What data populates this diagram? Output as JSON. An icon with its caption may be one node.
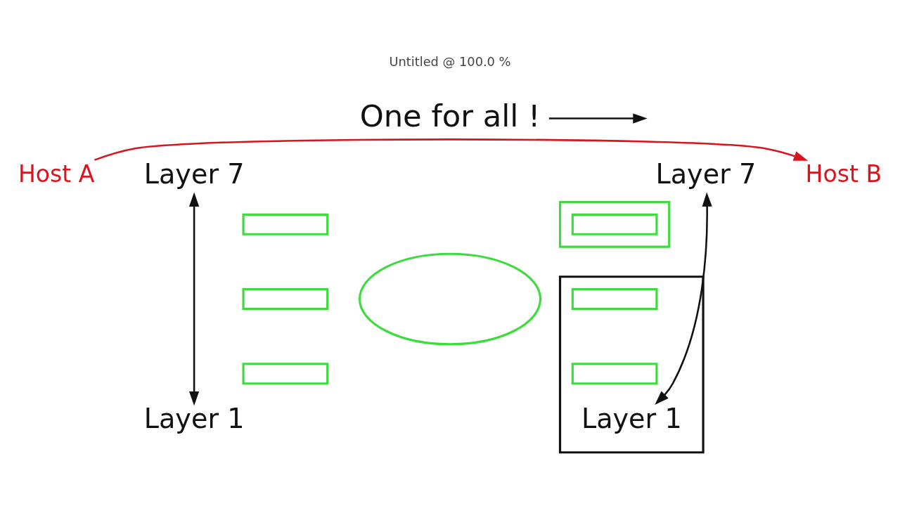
{
  "diagram": {
    "nodes": [
      {
        "text": [
          "One for all !"
        ]
      },
      {
        "text": [
          "Host A"
        ]
      },
      {
        "text": [
          "Layer 7"
        ]
      },
      {
        "text": [],
        "shape": "box"
      },
      {
        "text": [],
        "shape": "box"
      },
      {
        "text": [],
        "shape": "box"
      },
      {
        "text": [
          "Layer 1"
        ]
      },
      {
        "text": [],
        "shape": "ellipse"
      },
      {
        "text": [
          "Layer 7"
        ]
      },
      {
        "text": [
          "Host B"
        ]
      },
      {
        "text": [],
        "shape": "box"
      },
      {
        "text": [],
        "shape": "box",
        "in": 10
      },
      {
        "text": [],
        "shape": "box"
      },
      {
        "text": [],
        "shape": "box",
        "in": 12
      },
      {
        "text": [],
        "shape": "box",
        "in": 12
      },
      {
        "text": [
          "Layer 1"
        ],
        "in": 12
      }
    ],
    "edges": [
      {
        "from": 0,
        "to": null,
        "arrow": "to"
      },
      {
        "from": 2,
        "to": 6,
        "arrow": "both"
      },
      {
        "from": 8,
        "to": 15,
        "arrow": "both"
      },
      {
        "from": 1,
        "to": 9,
        "arrow": "to",
        "color": "#d9141e"
      }
    ],
    "labels": [
      "Untitled @ 100.0 %"
    ]
  }
}
